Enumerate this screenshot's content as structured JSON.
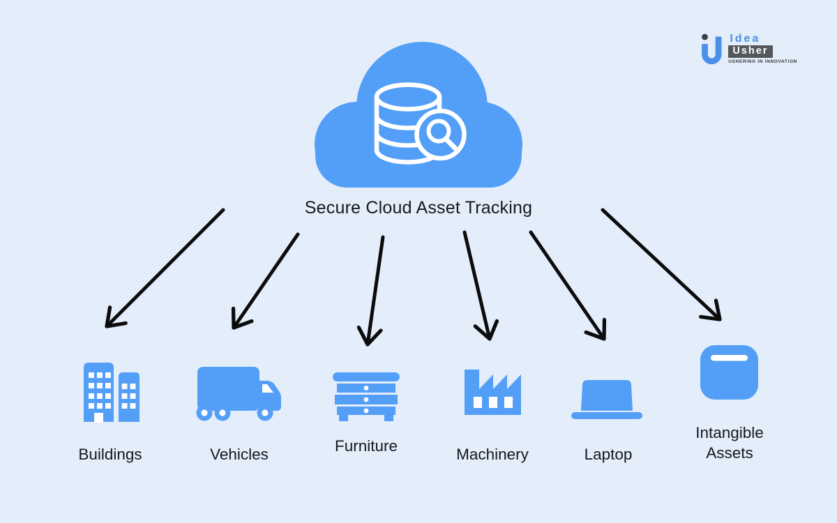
{
  "page": {
    "background_color": "#E4EDFA",
    "accent_color": "#539FF8",
    "arrow_color": "#0C0C0C",
    "text_color": "#15181D"
  },
  "logo": {
    "brand_top": "Idea",
    "brand_bottom": "Usher",
    "tagline": "USHERING IN INNOVATION",
    "accent_color": "#4A90E2",
    "box_color": "#54585C",
    "icon": "idea-usher-iu-glyph"
  },
  "hub": {
    "title": "Secure Cloud Asset Tracking",
    "icon": "cloud-database-search-icon"
  },
  "assets": {
    "items": [
      {
        "label": "Buildings",
        "icon": "buildings-icon"
      },
      {
        "label": "Vehicles",
        "icon": "truck-icon"
      },
      {
        "label": "Furniture",
        "icon": "dresser-icon"
      },
      {
        "label": "Machinery",
        "icon": "factory-icon"
      },
      {
        "label": "Laptop",
        "icon": "laptop-icon"
      },
      {
        "label": "Intangible Assets",
        "icon": "intangible-assets-icon"
      }
    ]
  }
}
